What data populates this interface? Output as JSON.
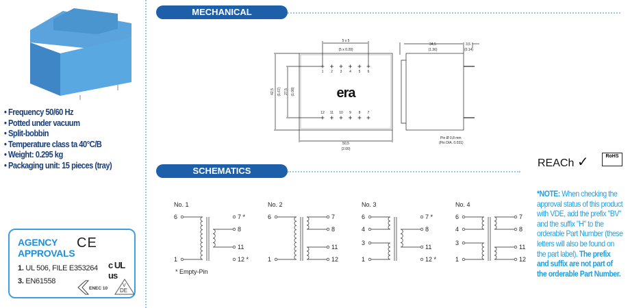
{
  "features": [
    "Frequency 50/60 Hz",
    "Potted under vacuum",
    "Split-bobbin",
    "Temperature class ta 40°C/B",
    "Weight: 0.295 kg",
    "Packaging unit: 15 pieces (tray)"
  ],
  "approvals": {
    "title_line1": "AGENCY",
    "title_line2": "APPROVALS",
    "items": [
      {
        "num": "1.",
        "text": "UL 506, FILE E353264"
      },
      {
        "num": "3.",
        "text": "EN61558"
      }
    ],
    "ce_mark": "CE",
    "ul_mark": "c UL us",
    "enec_mark": "ENEC 10",
    "vde_mark": "VDE"
  },
  "sections": {
    "mechanical": "MECHANICAL",
    "schematics": "SCHEMATICS"
  },
  "mechanical": {
    "pins_top": [
      "1",
      "2",
      "3",
      "4",
      "5",
      "6"
    ],
    "pins_bottom": [
      "12",
      "11",
      "10",
      "9",
      "8",
      "7"
    ],
    "logo": "era",
    "pitch": "5 x 5",
    "pitch_in": "(5 x 0.20)",
    "height": "42,5",
    "height_in": "(1.67)",
    "row_spacing": "27,5",
    "row_spacing_in": "(1.08)",
    "width": "50,5",
    "width_in": "(2.00)",
    "depth": "34,5",
    "depth_in": "(1.36)",
    "pin_len": "3,5",
    "pin_len_in": "(0.14)",
    "pin_dia": "Pin Ø 0,8 mm",
    "pin_dia_in": "(Pin DIA. 0.031)"
  },
  "compliance": {
    "reach": "REACh",
    "rohs": "RoHS"
  },
  "schematics": [
    {
      "label": "No. 1",
      "left": [
        "6",
        "1"
      ],
      "right": [
        "7 *",
        "8",
        "11",
        "12 *"
      ]
    },
    {
      "label": "No. 2",
      "left": [
        "6",
        "1"
      ],
      "right": [
        "7",
        "8",
        "11",
        "12"
      ]
    },
    {
      "label": "No. 3",
      "left": [
        "6",
        "4",
        "3",
        "1"
      ],
      "right": [
        "7 *",
        "8",
        "11",
        "12 *"
      ]
    },
    {
      "label": "No. 4",
      "left": [
        "6",
        "4",
        "3",
        "1"
      ],
      "right": [
        "7",
        "8",
        "11",
        "12"
      ]
    }
  ],
  "empty_pin_note": "* Empty-Pin",
  "note": {
    "lead": "*NOTE:",
    "body": " When checking the approval status of this product with VDE, add the prefix \"BV\" and the suffix \"H\" to the orderable Part Number (these letters will also be found on the part label).",
    "emphasis": " The prefix and suffix are not part of the orderable Part Number."
  },
  "colors": {
    "header": "#1e5fa9",
    "accent": "#1c9fe3",
    "feature_text": "#173d7a"
  }
}
